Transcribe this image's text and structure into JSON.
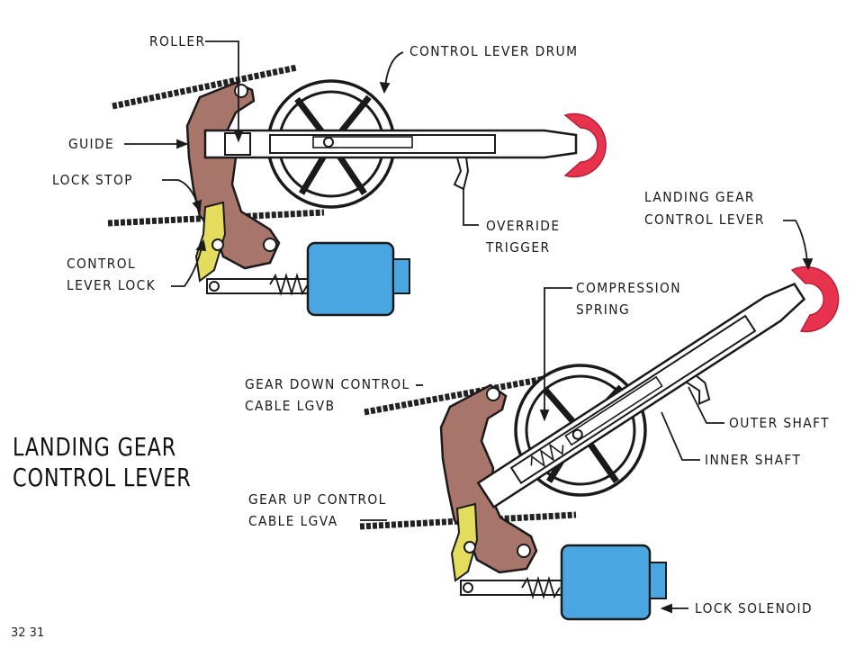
{
  "title_line1": "LANDING GEAR",
  "title_line2": "CONTROL LEVER",
  "page_number": "32 31",
  "labels": {
    "roller": "ROLLER",
    "control_lever_drum": "CONTROL LEVER DRUM",
    "guide": "GUIDE",
    "lock_stop": "LOCK STOP",
    "control_lever_lock_1": "CONTROL",
    "control_lever_lock_2": "LEVER LOCK",
    "override_trigger_1": "OVERRIDE",
    "override_trigger_2": "TRIGGER",
    "landing_gear_control_lever_1": "LANDING GEAR",
    "landing_gear_control_lever_2": "CONTROL LEVER",
    "compression_spring_1": "COMPRESSION",
    "compression_spring_2": "SPRING",
    "gear_down_cable_1": "GEAR DOWN CONTROL",
    "gear_down_cable_2": "CABLE LGVB",
    "outer_shaft": "OUTER SHAFT",
    "inner_shaft": "INNER SHAFT",
    "gear_up_cable_1": "GEAR UP CONTROL",
    "gear_up_cable_2": "CABLE LGVA",
    "lock_solenoid": "LOCK SOLENOID"
  },
  "colors": {
    "knob": "#e8334f",
    "solenoid": "#4aa6e0",
    "guide_plate": "#a8756a",
    "lock_latch": "#e3dc5c",
    "line": "#1a1a1a"
  }
}
